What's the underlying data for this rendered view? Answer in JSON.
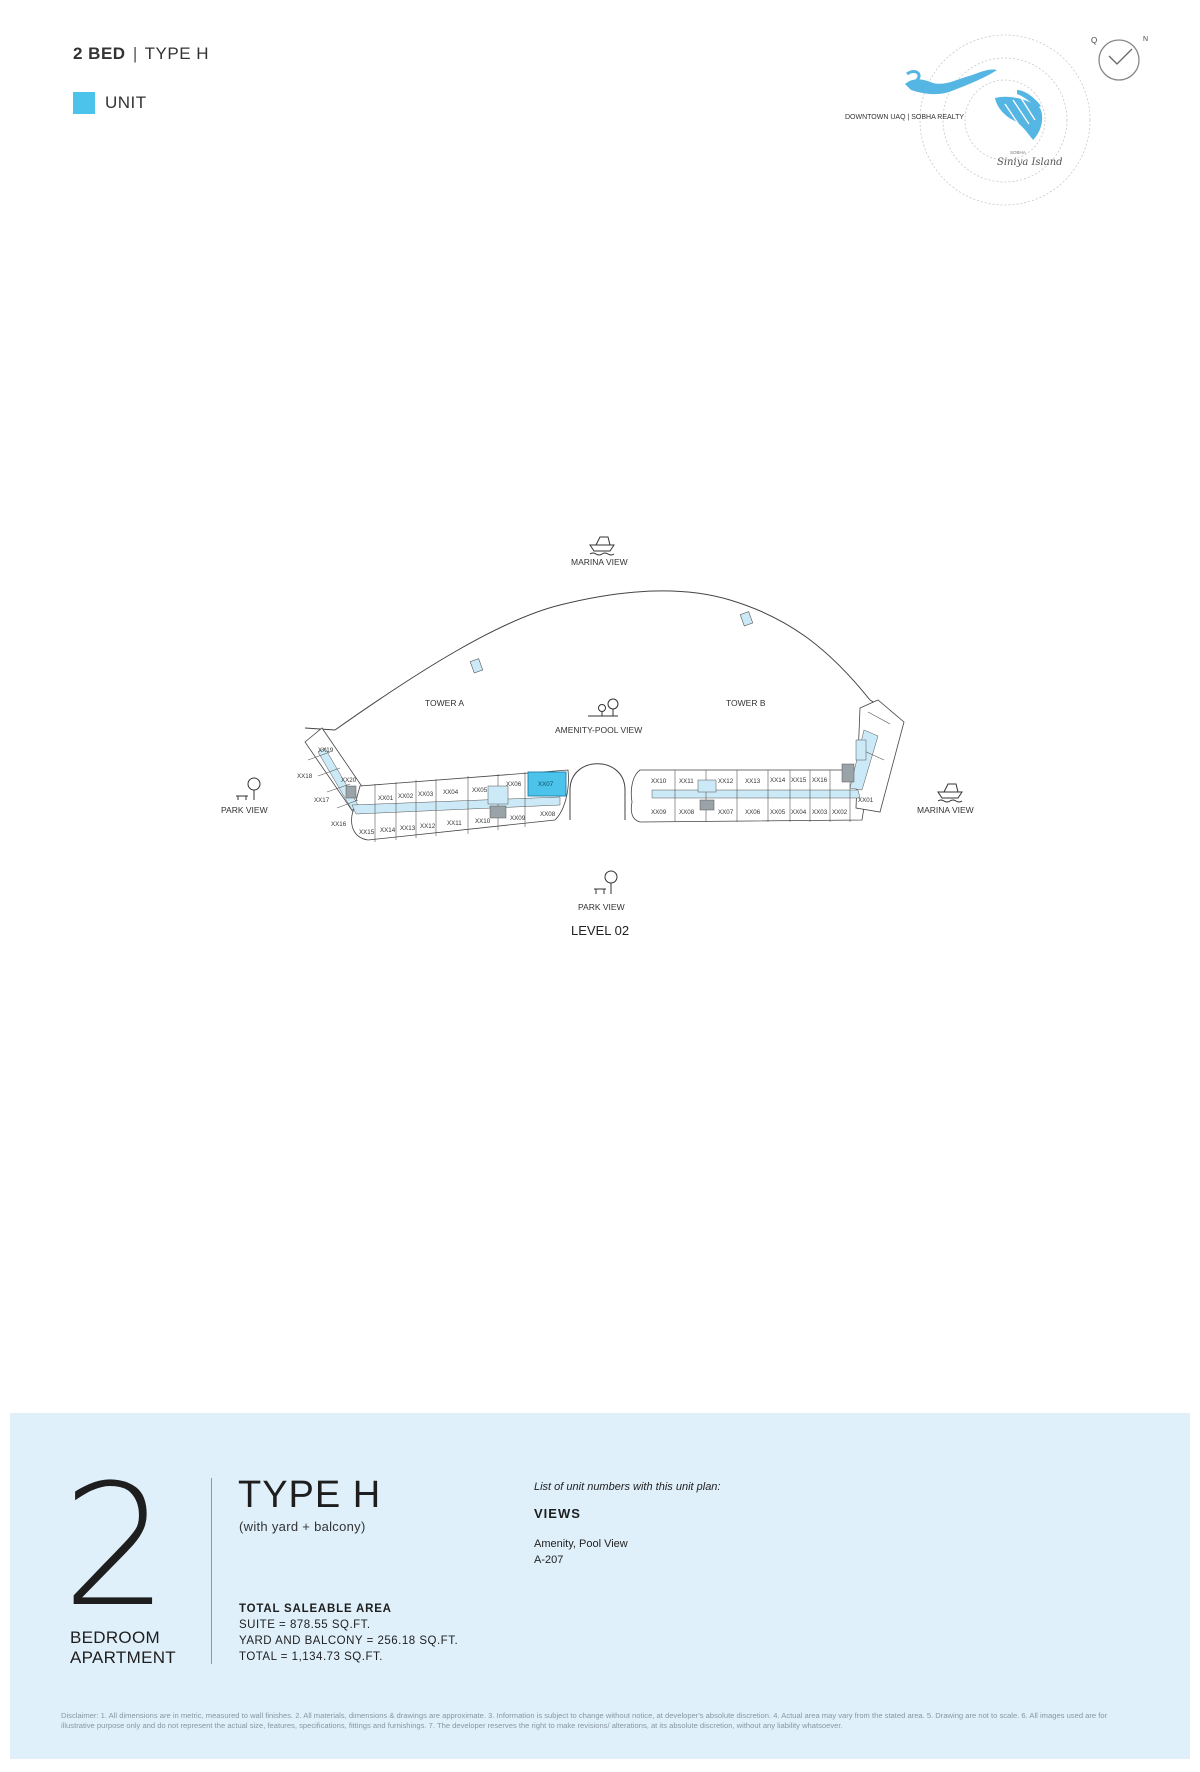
{
  "header": {
    "beds": "2 BED",
    "separator": "|",
    "type": "TYPE H"
  },
  "legend": {
    "label": "UNIT",
    "color": "#4cc3ea"
  },
  "location_map": {
    "caption": "DOWNTOWN UAQ | SOBHA REALTY",
    "logo_small": "SOBHA",
    "logo_script": "Siniya Island"
  },
  "compass": {
    "left_letter": "Q",
    "right_letter": "N"
  },
  "plan": {
    "level": "LEVEL 02",
    "tower_a": "TOWER A",
    "tower_b": "TOWER B",
    "views": {
      "marina_top": "MARINA VIEW",
      "marina_right": "MARINA VIEW",
      "park_left": "PARK VIEW",
      "park_bottom": "PARK VIEW",
      "amenity": "AMENITY-POOL VIEW"
    },
    "tower_a_units": {
      "u19": "XX19",
      "u18": "XX18",
      "u20": "XX20",
      "u17": "XX17",
      "u16": "XX16",
      "u15": "XX15",
      "u14": "XX14",
      "u13": "XX13",
      "u12": "XX12",
      "u11": "XX11",
      "u10": "XX10",
      "u09": "XX09",
      "u08": "XX08",
      "u01": "XX01",
      "u02": "XX02",
      "u03": "XX03",
      "u04": "XX04",
      "u05": "XX05",
      "u06": "XX06",
      "u07": "XX07"
    },
    "tower_b_units": {
      "u10": "XX10",
      "u11": "XX11",
      "u12": "XX12",
      "u13": "XX13",
      "u14": "XX14",
      "u15": "XX15",
      "u16": "XX16",
      "u09": "XX09",
      "u08": "XX08",
      "u07": "XX07",
      "u06": "XX06",
      "u05": "XX05",
      "u04": "XX04",
      "u03": "XX03",
      "u02": "XX02",
      "u01": "XX01"
    }
  },
  "info": {
    "bedroom_count": "2",
    "bedroom_line1": "BEDROOM",
    "bedroom_line2": "APARTMENT",
    "type_title": "TYPE H",
    "type_sub": "(with yard + balcony)",
    "area_heading": "TOTAL SALEABLE AREA",
    "suite": "SUITE = 878.55 SQ.FT.",
    "yard_balcony": "YARD AND BALCONY = 256.18 SQ.FT.",
    "total": "TOTAL = 1,134.73 SQ.FT.",
    "list_note": "List of unit numbers with this unit plan:",
    "views_heading": "VIEWS",
    "views_value": "Amenity, Pool View",
    "unit_number": "A-207",
    "panel_color": "#dff0fa"
  },
  "disclaimer": "Disclaimer: 1. All dimensions are in metric, measured to wall finishes. 2. All materials, dimensions & drawings are approximate. 3. Information is subject to change without notice, at developer's absolute discretion. 4. Actual area may vary from the stated area. 5. Drawing are not to scale. 6. All images used are for illustrative purpose only and do not represent the actual size, features, specifications, fittings and furnishings. 7. The developer reserves the right to make revisions/ alterations, at its absolute discretion, without any liability whatsoever."
}
